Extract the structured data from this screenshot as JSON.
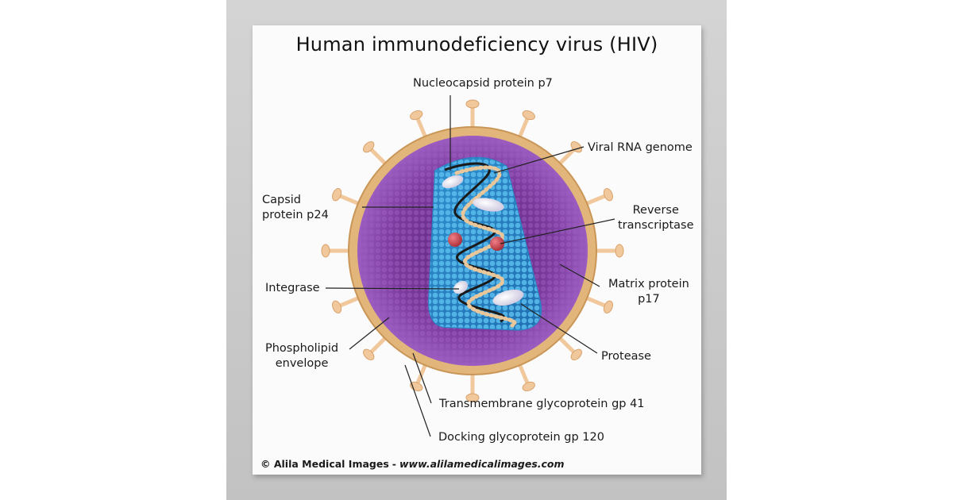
{
  "title": "Human immunodeficiency virus (HIV)",
  "labels": {
    "nucleocapsid": "Nucleocapsid protein p7",
    "viral_rna": "Viral RNA genome",
    "capsid_line1": "Capsid",
    "capsid_line2": "protein p24",
    "reverse_line1": "Reverse",
    "reverse_line2": "transcriptase",
    "integrase": "Integrase",
    "matrix_line1": "Matrix protein",
    "matrix_line2": "p17",
    "phospholipid_line1": "Phospholipid",
    "phospholipid_line2": "envelope",
    "protease": "Protease",
    "gp41": "Transmembrane glycoprotein gp 41",
    "gp120": "Docking glycoprotein gp 120"
  },
  "footer": {
    "copyright": "© Alila Medical Images",
    "separator": "-",
    "url": "www.alilamedicalimages.com"
  },
  "colors": {
    "envelope": "#e2b57a",
    "matrix": "#7a3d9a",
    "capsid": "#3aa0d8",
    "rna_bead": "#e9c79b",
    "reverse_transcriptase": "#c8454f",
    "spike": "#f1c89c"
  }
}
